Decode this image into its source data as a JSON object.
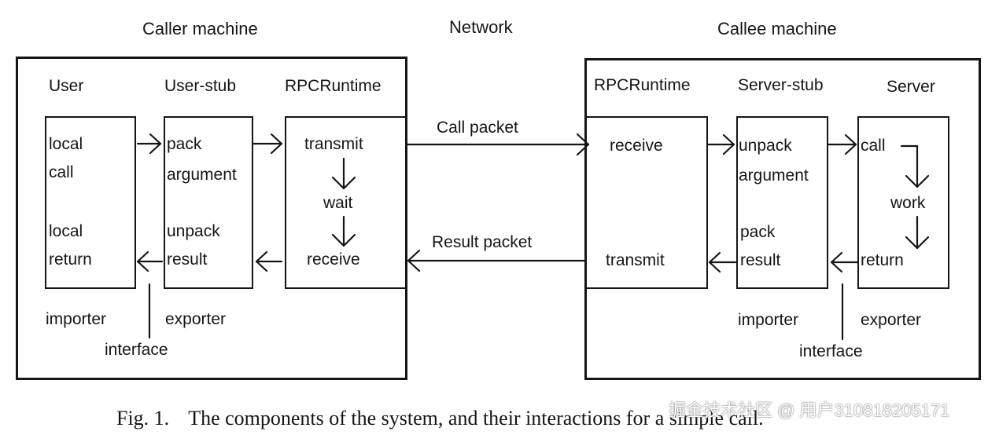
{
  "headers": {
    "caller": "Caller machine",
    "network": "Network",
    "callee": "Callee machine"
  },
  "caller": {
    "user": {
      "title": "User",
      "line1": "local",
      "line2": "call",
      "line3": "local",
      "line4": "return",
      "role": "importer"
    },
    "stub": {
      "title": "User-stub",
      "line1": "pack",
      "line2": "argument",
      "line3": "unpack",
      "line4": "result",
      "role": "exporter"
    },
    "runtime": {
      "title": "RPCRuntime",
      "step1": "transmit",
      "step2": "wait",
      "step3": "receive"
    },
    "interface": "interface"
  },
  "network": {
    "call_packet": "Call packet",
    "result_packet": "Result packet"
  },
  "callee": {
    "runtime": {
      "title": "RPCRuntime",
      "step1": "receive",
      "step2": "transmit"
    },
    "stub": {
      "title": "Server-stub",
      "line1": "unpack",
      "line2": "argument",
      "line3": "pack",
      "line4": "result",
      "role": "importer"
    },
    "server": {
      "title": "Server",
      "step1": "call",
      "step2": "work",
      "step3": "return",
      "role": "exporter"
    },
    "interface": "interface"
  },
  "caption": {
    "number": "Fig. 1.",
    "text": "The components of the system, and their interactions for a simple call."
  },
  "watermark": "掘金技术社区 @ 用户310818205171"
}
